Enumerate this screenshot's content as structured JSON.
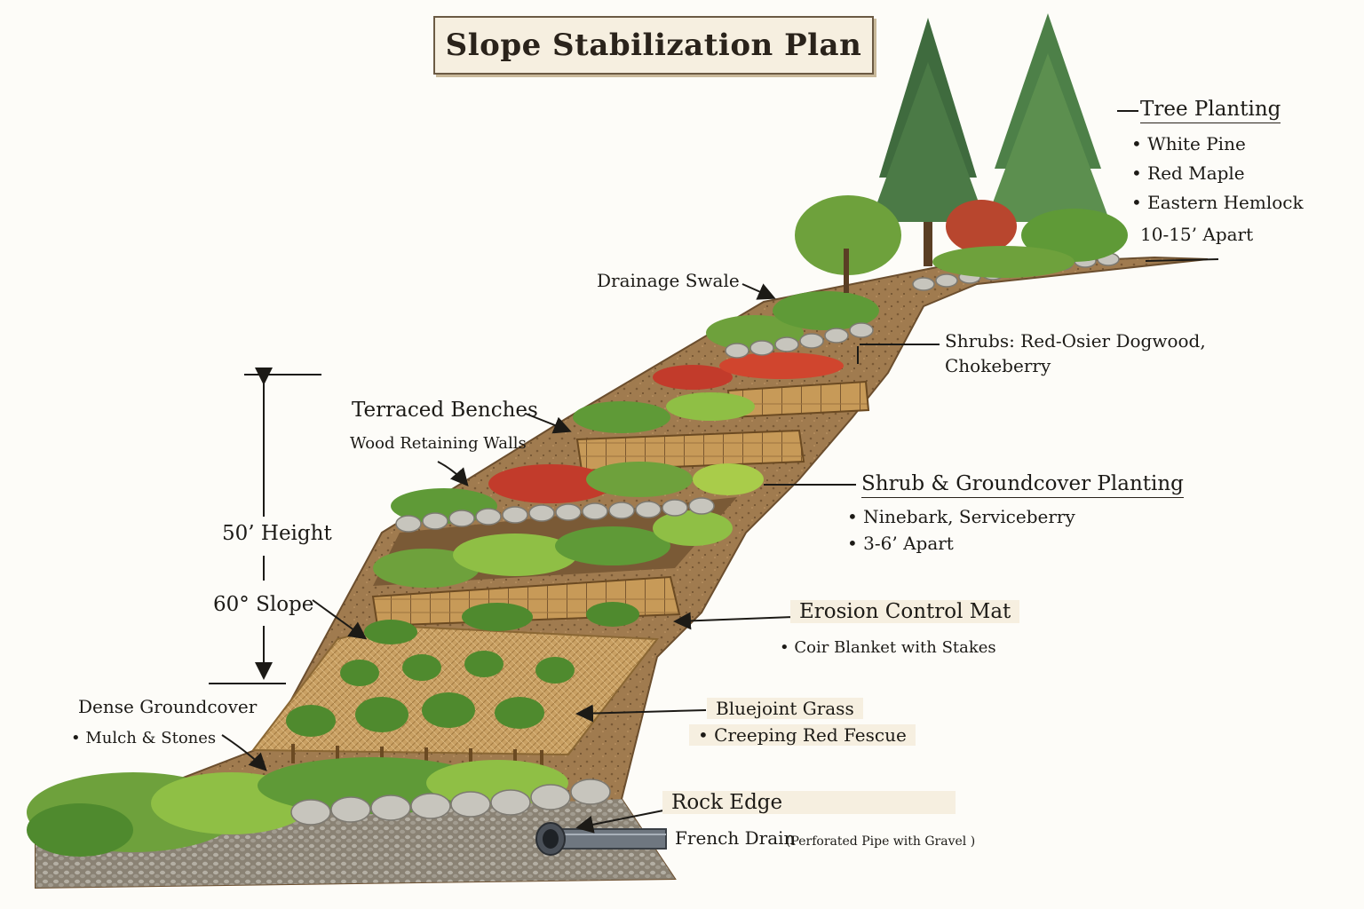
{
  "title": "Slope Stabilization Plan",
  "measurements": {
    "height": "50’ Height",
    "slope": "60° Slope"
  },
  "labels": {
    "tree_planting": {
      "heading": "Tree Planting",
      "items": [
        "• White Pine",
        "• Red Maple",
        "• Eastern Hemlock"
      ],
      "spacing": "10-15’ Apart"
    },
    "drainage_swale": "Drainage Swale",
    "shrubs": {
      "line1": "Shrubs: Red-Osier Dogwood,",
      "line2": "Chokeberry"
    },
    "terraced_benches": {
      "heading": "Terraced Benches",
      "sub": "Wood Retaining Walls"
    },
    "shrub_groundcover": {
      "heading": "Shrub & Groundcover Planting",
      "item1": "• Ninebark, Serviceberry",
      "item2": "• 3-6’ Apart"
    },
    "erosion_mat": {
      "heading": "Erosion Control Mat",
      "sub": "• Coir Blanket with Stakes"
    },
    "grass": {
      "line1": "Bluejoint Grass",
      "line2": "• Creeping Red Fescue"
    },
    "dense_groundcover": {
      "heading": "Dense Groundcover",
      "sub": "• Mulch & Stones"
    },
    "rock_edge": "Rock Edge",
    "french_drain": {
      "label": "French Drain",
      "note": "(Perforated Pipe with Gravel )"
    }
  },
  "colors": {
    "soil": "#a07b4f",
    "soil_dark": "#7a5a36",
    "coir_mat": "#c9a063",
    "wood_wall": "#c79a58",
    "foliage": "#5f9a37",
    "foliage_light": "#8fbf45",
    "red_shrub": "#c23b2b",
    "conifer": "#3f6b3e",
    "stone": "#c7c5bd",
    "ink": "#1c1a16"
  }
}
